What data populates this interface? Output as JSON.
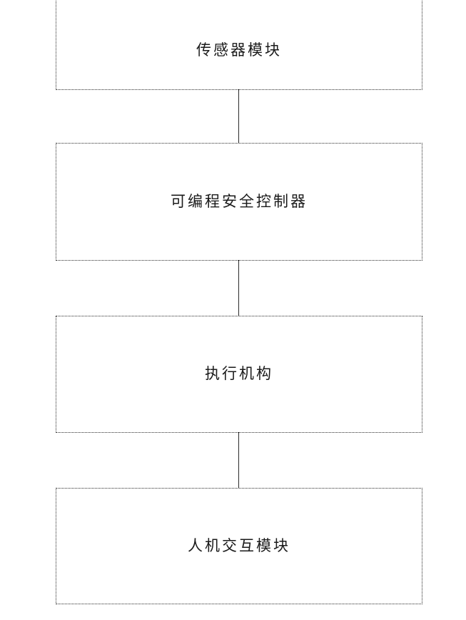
{
  "diagram": {
    "type": "vertical-flowchart",
    "orientation": "top-to-bottom",
    "background_color": "#ffffff",
    "border_color": "#2b2b2b",
    "border_style": "dotted",
    "text_color": "#1a1a1a",
    "nodes": [
      {
        "id": "sensor",
        "label": "传感器模块",
        "order": 1
      },
      {
        "id": "controller",
        "label": "可编程安全控制器",
        "order": 2
      },
      {
        "id": "actuator",
        "label": "执行机构",
        "order": 3
      },
      {
        "id": "hmi",
        "label": "人机交互模块",
        "order": 4
      }
    ],
    "connectors": [
      {
        "id": "connector-1",
        "from": "sensor",
        "to": "controller"
      },
      {
        "id": "connector-2",
        "from": "controller",
        "to": "actuator"
      },
      {
        "id": "connector-3",
        "from": "actuator",
        "to": "hmi"
      }
    ]
  }
}
